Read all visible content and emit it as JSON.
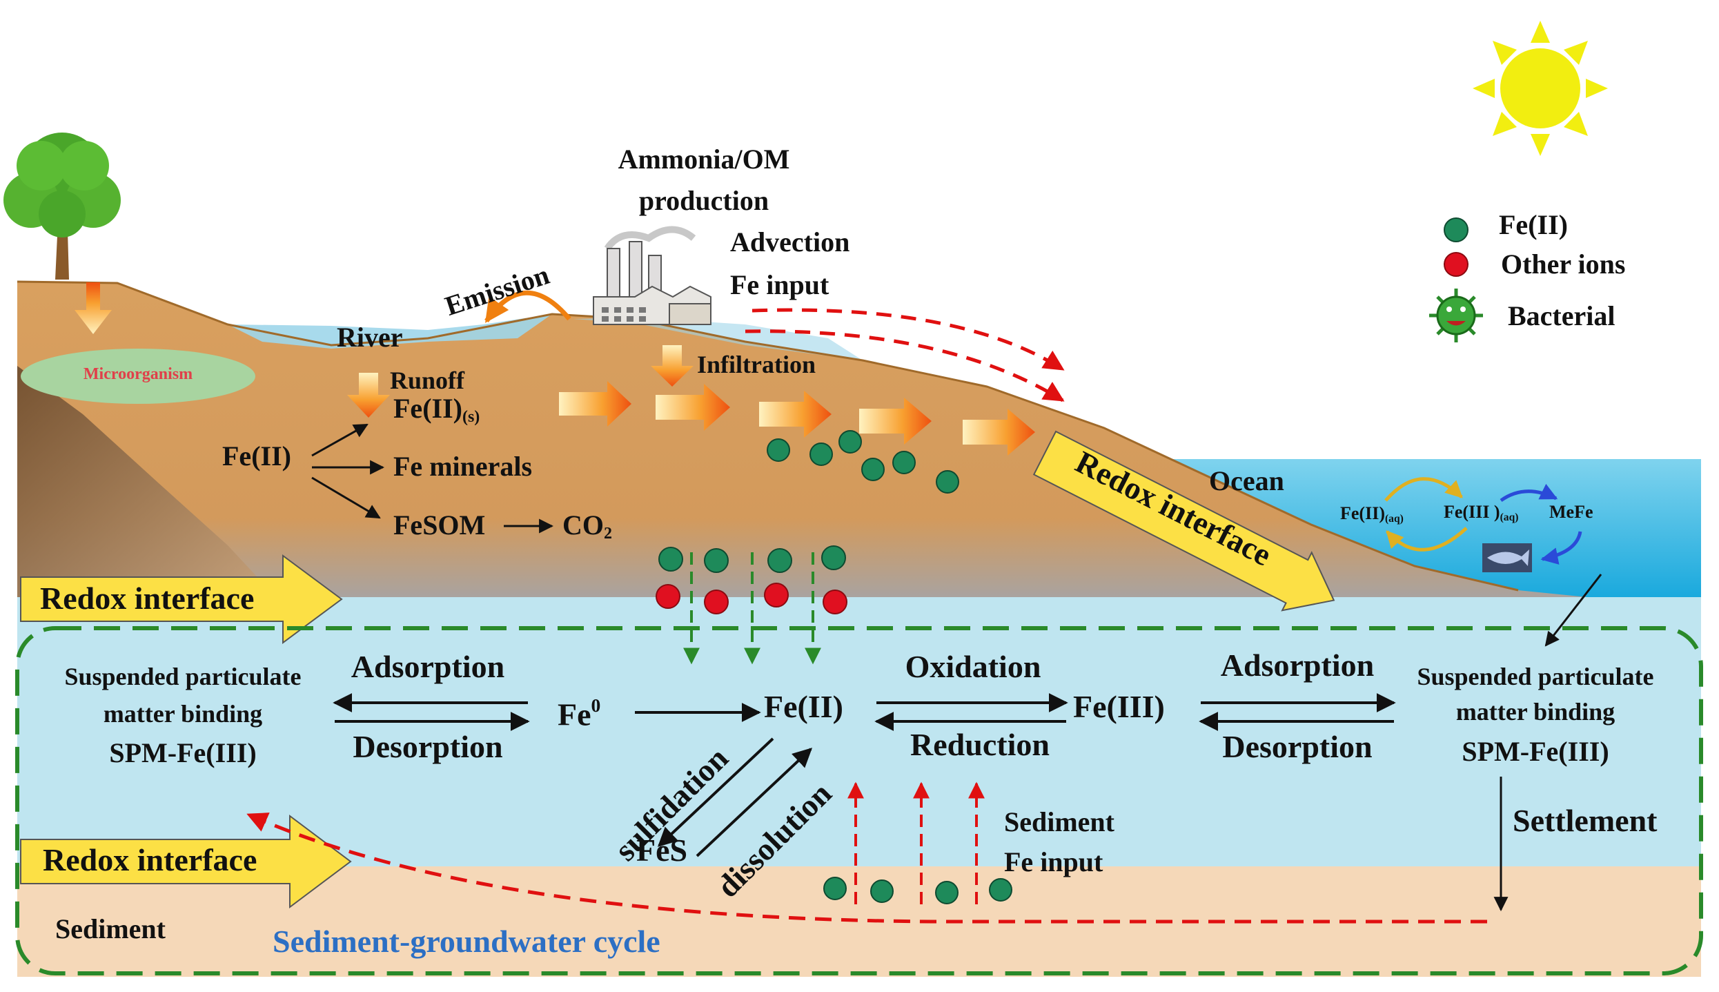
{
  "legend": {
    "fe2": "Fe(II)",
    "other_ions": "Other ions",
    "bacterial": "Bacterial"
  },
  "surface": {
    "ammonia_line1": "Ammonia/OM",
    "ammonia_line2": "production",
    "advection": "Advection",
    "fe_input": "Fe input",
    "emission": "Emission",
    "river": "River",
    "runoff": "Runoff",
    "fe2s_main": "Fe(II)",
    "fe2s_sub": "(s)",
    "infiltration": "Infiltration",
    "microorganism": "Microorganism",
    "fe2": "Fe(II)",
    "fe_minerals": "Fe minerals",
    "fesom": "FeSOM",
    "co2_main": "CO",
    "co2_sub": "2",
    "ocean": "Ocean",
    "redox_diag": "Redox interface",
    "ocean_fe2_main": "Fe(II)",
    "ocean_fe2_sub": "(aq)",
    "ocean_fe3_main": "Fe(III )",
    "ocean_fe3_sub": "(aq)",
    "mefe": "MeFe"
  },
  "water": {
    "redox_top": "Redox interface",
    "redox_bottom": "Redox interface",
    "spm_left_1": "Suspended particulate",
    "spm_left_2": "matter binding",
    "spm_left_3": "SPM-Fe(III)",
    "adsorption_left": "Adsorption",
    "desorption_left": "Desorption",
    "fe0_main": "Fe",
    "fe0_sup": "0",
    "fe2_center": "Fe(II)",
    "oxidation": "Oxidation",
    "reduction": "Reduction",
    "fe3_center": "Fe(III)",
    "adsorption_right": "Adsorption",
    "desorption_right": "Desorption",
    "spm_right_1": "Suspended particulate",
    "spm_right_2": "matter binding",
    "spm_right_3": "SPM-Fe(III)",
    "sulfidation": "sulfidation",
    "dissolution": "dissolution",
    "fes": "FeS",
    "sediment_fe_1": "Sediment",
    "sediment_fe_2": "Fe input",
    "settlement": "Settlement",
    "sediment": "Sediment",
    "cycle": "Sediment-groundwater cycle"
  },
  "colors": {
    "fe2_dot": "#1e8a5a",
    "other_ion_dot": "#e01020",
    "soil": "#d9a05f",
    "water": "#bfe5f0",
    "ocean": "#29b5e0",
    "sediment": "#f5d8b8",
    "dashed_green": "#2a8a2a",
    "dashed_red": "#e01010",
    "arrow_yellow": "#fce045",
    "sun": "#f2ee10",
    "cycle_text": "#2c6fc4"
  }
}
